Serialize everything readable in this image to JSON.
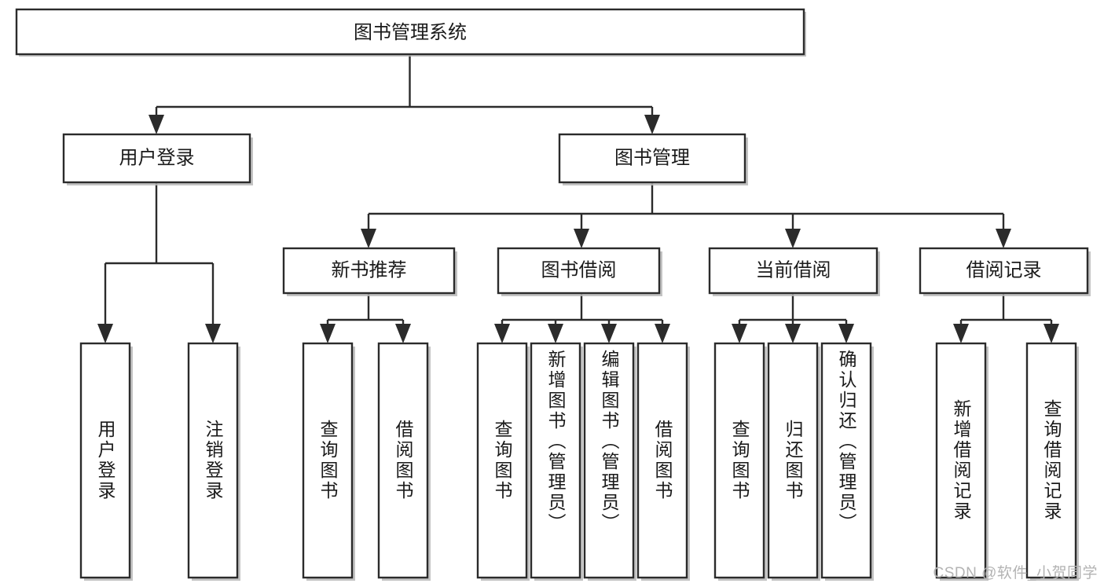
{
  "diagram": {
    "type": "tree",
    "title": "图书管理系统",
    "watermark": "CSDN @软件_小贺同学",
    "colors": {
      "background": "#ffffff",
      "box_fill": "#ffffff",
      "box_stroke": "#2b2b2b",
      "connector": "#2b2b2b",
      "text": "#1a1a1a",
      "watermark": "#b3b3b3"
    },
    "root": {
      "label": "图书管理系统",
      "orientation": "horizontal"
    },
    "level2": [
      {
        "label": "用户登录",
        "orientation": "horizontal"
      },
      {
        "label": "图书管理",
        "orientation": "horizontal"
      }
    ],
    "level3": [
      {
        "label": "新书推荐",
        "orientation": "horizontal"
      },
      {
        "label": "图书借阅",
        "orientation": "horizontal"
      },
      {
        "label": "当前借阅",
        "orientation": "horizontal"
      },
      {
        "label": "借阅记录",
        "orientation": "horizontal"
      }
    ],
    "leaves": {
      "user_login": [
        {
          "label": "用户登录",
          "orientation": "vertical"
        },
        {
          "label": "注销登录",
          "orientation": "vertical"
        }
      ],
      "new_book_recommend": [
        {
          "label": "查询图书",
          "orientation": "vertical"
        },
        {
          "label": "借阅图书",
          "orientation": "vertical"
        }
      ],
      "book_borrow": [
        {
          "label": "查询图书",
          "orientation": "vertical"
        },
        {
          "label": "新增图书（管理员）",
          "orientation": "vertical"
        },
        {
          "label": "编辑图书（管理员）",
          "orientation": "vertical"
        },
        {
          "label": "借阅图书",
          "orientation": "vertical"
        }
      ],
      "current_borrow": [
        {
          "label": "查询图书",
          "orientation": "vertical"
        },
        {
          "label": "归还图书",
          "orientation": "vertical"
        },
        {
          "label": "确认归还（管理员）",
          "orientation": "vertical"
        }
      ],
      "borrow_record": [
        {
          "label": "新增借阅记录",
          "orientation": "vertical"
        },
        {
          "label": "查询借阅记录",
          "orientation": "vertical"
        }
      ]
    }
  }
}
